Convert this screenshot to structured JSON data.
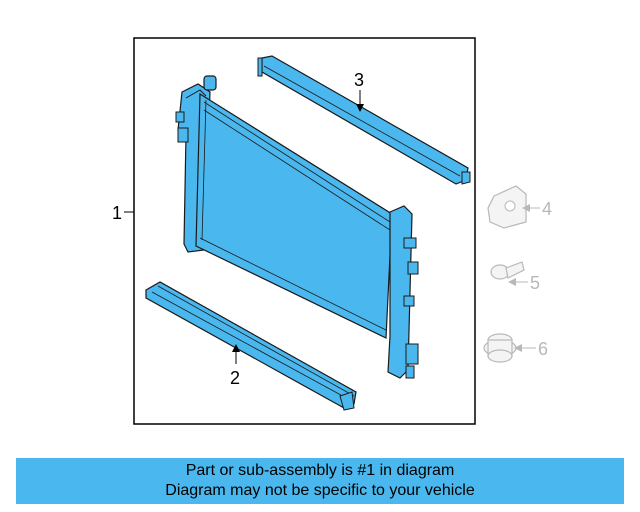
{
  "colors": {
    "part_fill": "#4ab8ee",
    "part_stroke": "#1a1a1a",
    "ghost_stroke": "#b8b8b8",
    "ghost_fill": "#f4f4f4",
    "frame": "#000000",
    "banner_bg": "#4ab8ee"
  },
  "callouts": {
    "c1": "1",
    "c2": "2",
    "c3": "3",
    "c4": "4",
    "c5": "5",
    "c6": "6"
  },
  "banner": {
    "line1": "Part or sub-assembly is #1 in diagram",
    "line2": "Diagram may not be specific to your vehicle"
  }
}
